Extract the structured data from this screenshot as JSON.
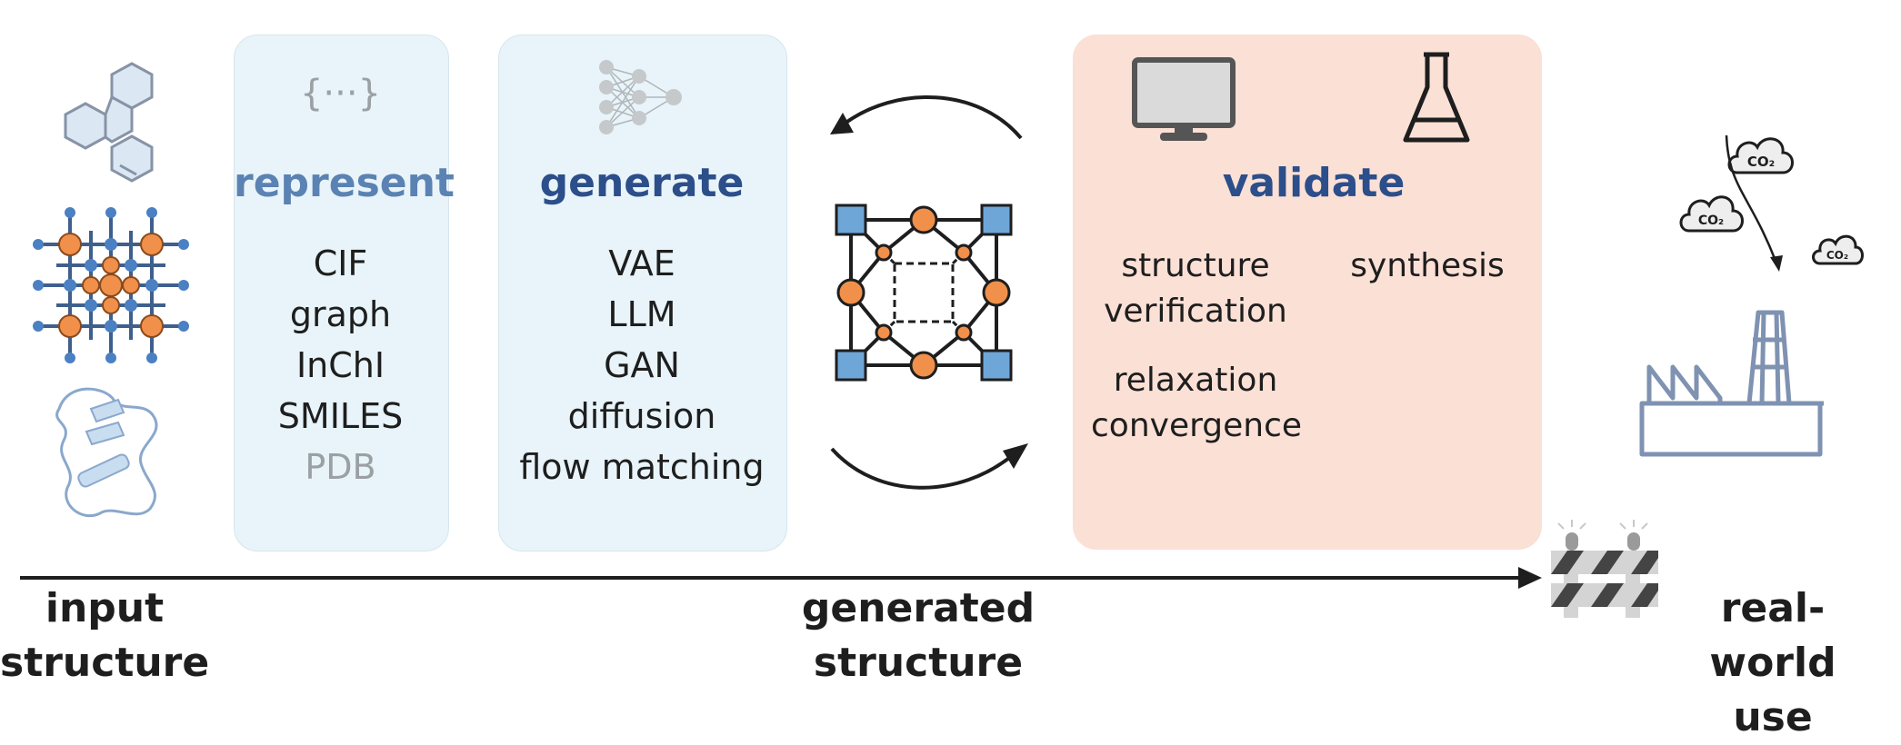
{
  "represent": {
    "icon_text": "{···}",
    "title": "represent",
    "items": [
      "CIF",
      "graph",
      "InChI",
      "SMILES",
      "PDB"
    ]
  },
  "generate": {
    "title": "generate",
    "items": [
      "VAE",
      "LLM",
      "GAN",
      "diffusion",
      "flow matching"
    ]
  },
  "validate": {
    "title": "validate",
    "structure_verification": "structure verification",
    "relaxation_convergence": "relaxation convergence",
    "synthesis": "synthesis"
  },
  "co2": [
    "CO₂",
    "CO₂",
    "CO₂"
  ],
  "labels": {
    "input": "input structure",
    "generated": "generated structure",
    "realworld": "real-world use"
  },
  "colors": {
    "title_blue": "#2c4e8a",
    "represent_blue": "#5a82b3",
    "light_gray": "#9aa0a4",
    "blue_panel": "#e8f4f9",
    "validate_panel": "#fbe0d6",
    "orange_atom": "#f0904a",
    "blue_atom": "#6ea6d8",
    "factory": "#7f92b2"
  }
}
